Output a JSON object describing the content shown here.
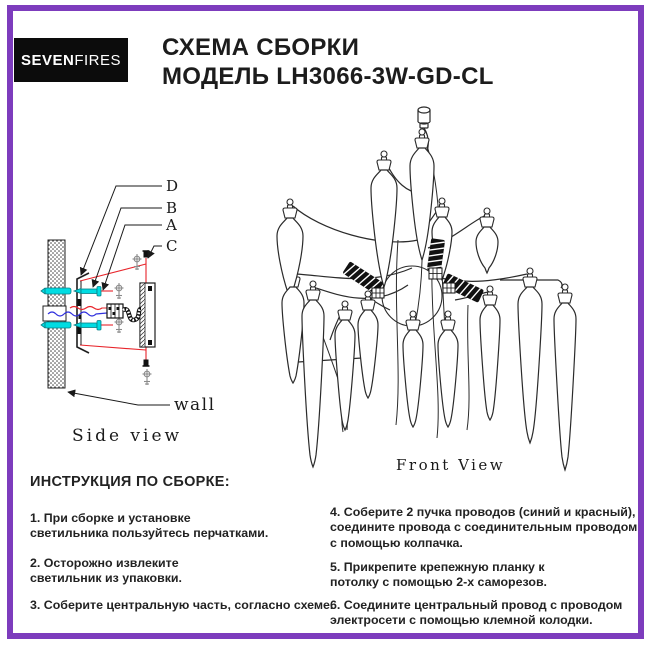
{
  "page": {
    "border_color": "#7d3cbd",
    "background": "#ffffff"
  },
  "header": {
    "logo": {
      "seven": "SEVEN",
      "fires": "FIRES"
    },
    "title_line1": "СХЕМА СБОРКИ",
    "title_line2": "МОДЕЛЬ LH3066-3W-GD-CL"
  },
  "diagram": {
    "side_view": {
      "labels": {
        "d": "D",
        "b": "B",
        "a": "A",
        "c": "C"
      },
      "wall_label": "wall",
      "caption": "Side view",
      "colors": {
        "anchor": "#00dce2",
        "outline": "#e8242a",
        "wire_blue": "#3232dd",
        "wire_red": "#e8242a",
        "screw_symbol": "#8b8b8b",
        "ink": "#2b2b2b"
      }
    },
    "front_view": {
      "caption": "Front View"
    }
  },
  "instructions": {
    "heading": "ИНСТРУКЦИЯ ПО СБОРКЕ:",
    "left": [
      "1. При сборке и установке\nсветильника пользуйтесь перчатками.",
      "2. Осторожно извлеките\nсветильник из упаковки.",
      "3. Соберите центральную часть, согласно схеме."
    ],
    "right": [
      "4. Соберите 2 пучка проводов (синий и красный),\nсоедините провода с соединительным проводом\nс помощью колпачка.",
      "5. Прикрепите крепежную планку к\nпотолку с помощью 2-х саморезов.",
      "6. Соедините центральный провод с проводом\nэлектросети с помощью клемной колодки."
    ]
  }
}
